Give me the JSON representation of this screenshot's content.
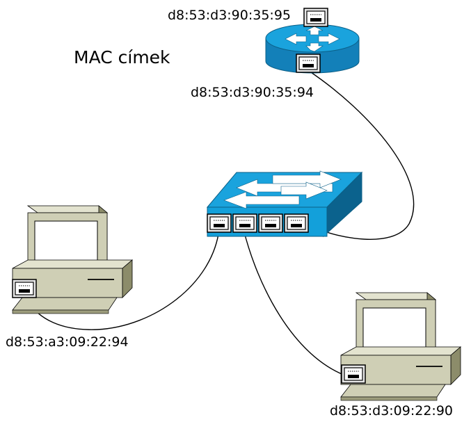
{
  "title": "MAC címek",
  "router": {
    "mac_top": "d8:53:d3:90:35:95",
    "mac_bottom": "d8:53:d3:90:35:94"
  },
  "pc_left": {
    "mac": "d8:53:a3:09:22:94"
  },
  "pc_right": {
    "mac": "d8:53:d3:09:22:90"
  },
  "colors": {
    "router_top": "#1aa3dd",
    "router_side": "#1380b9",
    "switch_top": "#1aa3dd",
    "switch_front": "#13a0da",
    "switch_side": "#0b628d",
    "pc_body": "#cfcfb5",
    "pc_dark": "#8c8c6a",
    "screen": "#ffffff",
    "cable": "#000000"
  },
  "icons": [
    "router-icon",
    "switch-icon",
    "computer-icon",
    "network-port-icon"
  ]
}
